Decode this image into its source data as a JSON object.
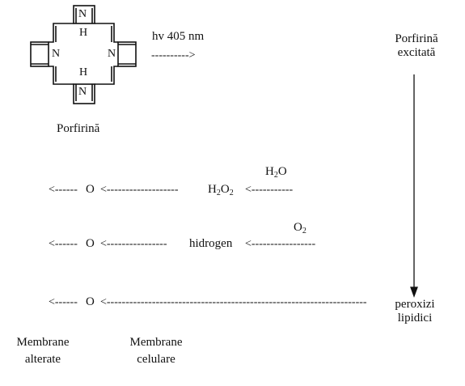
{
  "molecule": {
    "label": "Porfirină",
    "atoms": {
      "top": "N",
      "bottom": "N",
      "left": "N",
      "right": "N",
      "h_top": "H",
      "h_bottom": "H"
    }
  },
  "excitation": {
    "text": "hv 405 nm",
    "arrow": "---------->"
  },
  "excited": {
    "line1": "Porfirină",
    "line2": "excitată"
  },
  "rows": [
    {
      "left_arrow": "<------",
      "left_node": "O",
      "mid_arrow": "<-------------------",
      "product_main": "H",
      "product_sub": "2",
      "product_mid": "O",
      "product_sub2": "2",
      "right_arrow": "<-----------",
      "reagent_main": "H",
      "reagent_sub": "2",
      "reagent_end": "O"
    },
    {
      "left_arrow": "<------",
      "left_node": "O",
      "mid_arrow": "<----------------",
      "product": "hidrogen",
      "right_arrow": "<-----------------",
      "reagent_main": "O",
      "reagent_sub": "2"
    },
    {
      "left_arrow": "<------",
      "left_node": "O",
      "long_arrow": "<---------------------------------------------------------------------",
      "target_line1": "peroxizi",
      "target_line2": "lipidici"
    }
  ],
  "bottom_labels": {
    "left": {
      "line1": "Membrane",
      "line2": "alterate"
    },
    "right": {
      "line1": "Membrane",
      "line2": "celulare"
    }
  }
}
